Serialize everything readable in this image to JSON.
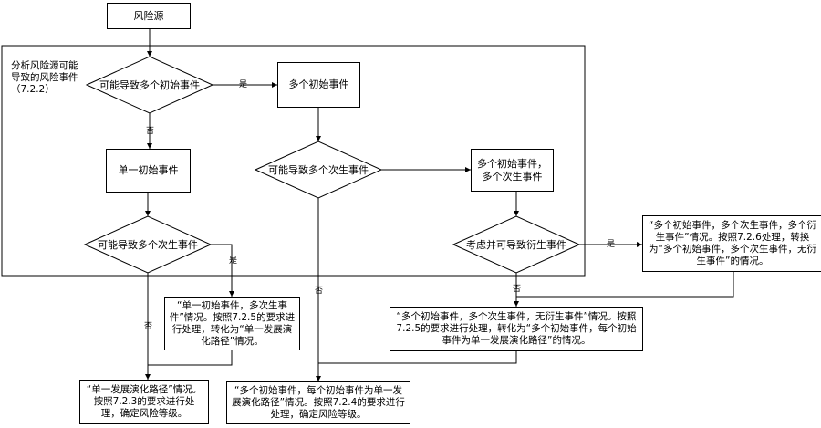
{
  "nodes": {
    "risk_source": "风险源",
    "group_label": "分析风险源可能导致的风险事件（7.2.2）",
    "decision_multi_initial": "可能导致多个初始事件",
    "multi_initial": "多个初始事件",
    "single_initial": "单一初始事件",
    "decision_multi_secondary_a": "可能导致多个次生事件",
    "multi_initial_secondary_l1": "多个初始事件，",
    "multi_initial_secondary_l2": "多个次生事件",
    "decision_multi_secondary_b": "可能导致多个次生事件",
    "decision_derivative": "考虑并可导致衍生事件",
    "note_derivative": "“多个初始事件，多个次生事件，多个衍生事件”情况。按照7.2.6处理，转换为“多个初始事件，多个次生事件，无衍生事件”的情况。",
    "note_single_multi": "“单一初始事件，多次生事件”情况。按照7.2.5的要求进行处理，转化为“单一发展演化路径”情况。",
    "note_multi_no_derivative": "“多个初始事件，多个次生事件，无衍生事件”情况。按照7.2.5的要求进行处理，转化为“多个初始事件，每个初始事件为单一发展演化路径”的情况。",
    "result_single_path": "“单一发展演化路径”情况。按照7.2.3的要求进行处理，确定风险等级。",
    "result_multi_path": "“多个初始事件，每个初始事件为单一发展演化路径”情况。按照7.2.4的要求进行处理，确定风险等级。"
  },
  "labels": {
    "yes": "是",
    "no": "否"
  },
  "colors": {
    "line": "#000000",
    "background": "#ffffff"
  }
}
